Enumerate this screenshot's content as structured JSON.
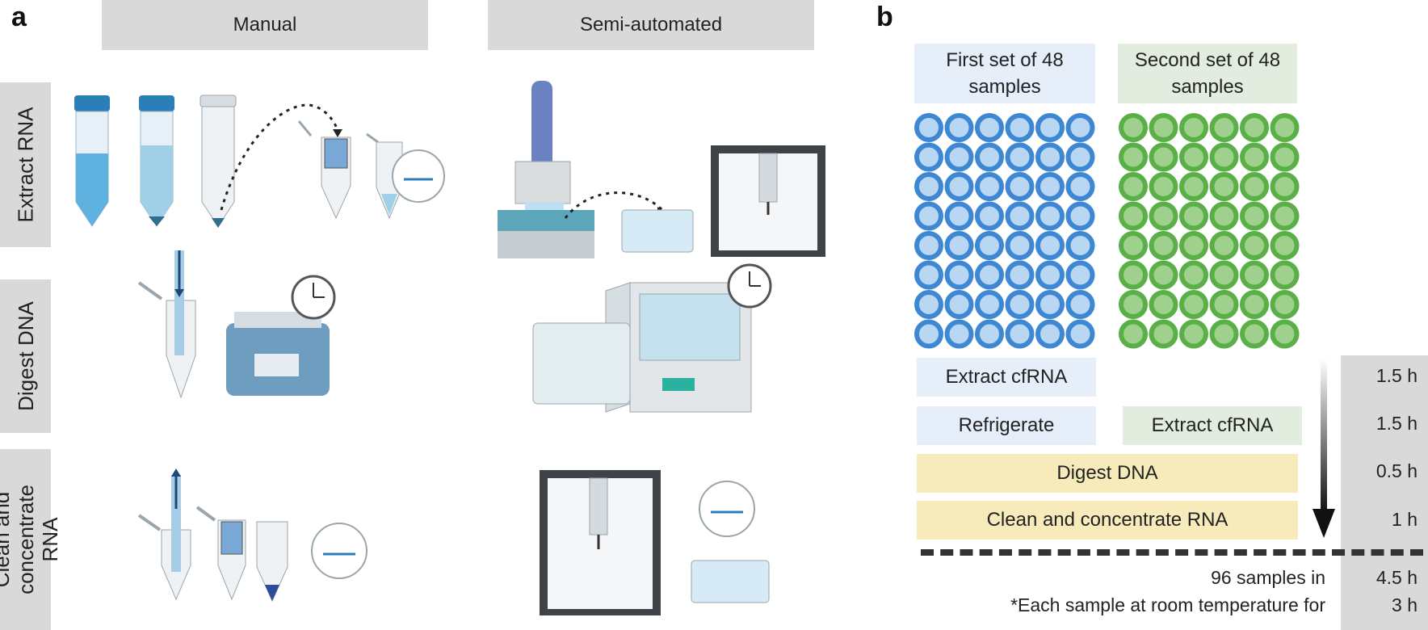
{
  "panel_a": {
    "letter": "a",
    "columns": [
      "Manual",
      "Semi-automated"
    ],
    "rows": [
      "Extract RNA",
      "Digest DNA",
      "Clean and concentrate RNA"
    ]
  },
  "panel_b": {
    "letter": "b",
    "sets": [
      {
        "label": "First set of 48 samples",
        "color": "#3d87d3"
      },
      {
        "label": "Second set of 48 samples",
        "color": "#5aaf47"
      }
    ],
    "steps": [
      {
        "first": "Extract cfRNA",
        "second": "",
        "time": "1.5 h"
      },
      {
        "first": "Refrigerate",
        "second": "Extract cfRNA",
        "time": "1.5 h"
      },
      {
        "combined": "Digest DNA",
        "time": "0.5 h"
      },
      {
        "combined": "Clean and concentrate RNA",
        "time": "1 h"
      }
    ],
    "summary": [
      {
        "text": "96 samples in",
        "time": "4.5 h"
      },
      {
        "text": "*Each sample at room temperature for",
        "time": "3 h"
      }
    ],
    "colors": {
      "blue_label_bg": "#e5eef9",
      "green_label_bg": "#e3eddf",
      "yellow_step_bg": "#f7ebbb",
      "gray_bar": "#d9d9d9"
    }
  }
}
